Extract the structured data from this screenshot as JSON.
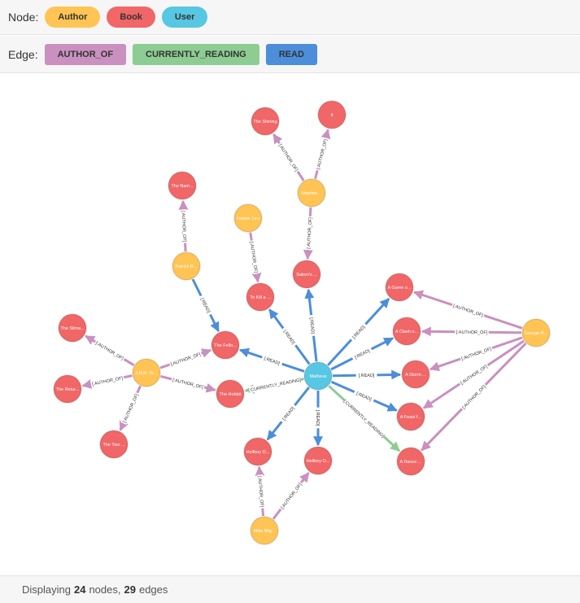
{
  "legend": {
    "node_label": "Node:",
    "edge_label": "Edge:",
    "node_types": [
      {
        "key": "Author",
        "label": "Author",
        "color": "#FFC454"
      },
      {
        "key": "Book",
        "label": "Book",
        "color": "#F16667"
      },
      {
        "key": "User",
        "label": "User",
        "color": "#57C7E3"
      }
    ],
    "edge_types": [
      {
        "key": "AUTHOR_OF",
        "label": "AUTHOR_OF",
        "color": "#C990C0"
      },
      {
        "key": "CURRENTLY_READING",
        "label": "CURRENTLY_READING",
        "color": "#8DCC93"
      },
      {
        "key": "READ",
        "label": "READ",
        "color": "#4C8EDA"
      }
    ]
  },
  "graph": {
    "nodes": [
      {
        "id": "user",
        "label": "Matheus",
        "type": "User"
      },
      {
        "id": "king",
        "label": "Stephen ...",
        "type": "Author"
      },
      {
        "id": "shining",
        "label": "The Shining",
        "type": "Book"
      },
      {
        "id": "it",
        "label": "It",
        "type": "Book"
      },
      {
        "id": "salem",
        "label": "Salem's ...",
        "type": "Book"
      },
      {
        "id": "lee",
        "label": "Harper Lee",
        "type": "Author"
      },
      {
        "id": "mockingbird",
        "label": "To Kill a ...",
        "type": "Book"
      },
      {
        "id": "rothfuss",
        "label": "Patrick R...",
        "type": "Author"
      },
      {
        "id": "name",
        "label": "The Nam...",
        "type": "Book"
      },
      {
        "id": "fellowship",
        "label": "The Fello...",
        "type": "Book"
      },
      {
        "id": "tolkien",
        "label": "J.R.R. To...",
        "type": "Author"
      },
      {
        "id": "silmarillion",
        "label": "The Silma...",
        "type": "Book"
      },
      {
        "id": "return",
        "label": "The Retur...",
        "type": "Book"
      },
      {
        "id": "twotowers",
        "label": "The Two ...",
        "type": "Book"
      },
      {
        "id": "hobbit",
        "label": "The Hobbit",
        "type": "Book"
      },
      {
        "id": "martin",
        "label": "George R...",
        "type": "Author"
      },
      {
        "id": "got",
        "label": "A Game o...",
        "type": "Book"
      },
      {
        "id": "clash",
        "label": "A Clash o...",
        "type": "Book"
      },
      {
        "id": "storm",
        "label": "A Storm ...",
        "type": "Book"
      },
      {
        "id": "feast",
        "label": "A Feast f...",
        "type": "Book"
      },
      {
        "id": "dance",
        "label": "A Dance ...",
        "type": "Book"
      },
      {
        "id": "hellboy1",
        "label": "Hellboy O...",
        "type": "Book"
      },
      {
        "id": "hellboy2",
        "label": "Hellboy O...",
        "type": "Book"
      },
      {
        "id": "mignola",
        "label": "Mike Mig...",
        "type": "Author"
      }
    ],
    "edges": [
      {
        "from": "king",
        "to": "shining",
        "type": "AUTHOR_OF",
        "label": "[:AUTHOR_OF]"
      },
      {
        "from": "king",
        "to": "it",
        "type": "AUTHOR_OF",
        "label": "[:AUTHOR_OF]"
      },
      {
        "from": "king",
        "to": "salem",
        "type": "AUTHOR_OF",
        "label": "[:AUTHOR_OF]"
      },
      {
        "from": "lee",
        "to": "mockingbird",
        "type": "AUTHOR_OF",
        "label": "[:AUTHOR_OF]"
      },
      {
        "from": "rothfuss",
        "to": "name",
        "type": "AUTHOR_OF",
        "label": "[:AUTHOR_OF]"
      },
      {
        "from": "rothfuss",
        "to": "fellowship",
        "type": "READ",
        "label": "[:READ]"
      },
      {
        "from": "tolkien",
        "to": "silmarillion",
        "type": "AUTHOR_OF",
        "label": "[:AUTHOR_OF]"
      },
      {
        "from": "tolkien",
        "to": "return",
        "type": "AUTHOR_OF",
        "label": "[:AUTHOR_OF]"
      },
      {
        "from": "tolkien",
        "to": "twotowers",
        "type": "AUTHOR_OF",
        "label": "[:AUTHOR_OF]"
      },
      {
        "from": "tolkien",
        "to": "hobbit",
        "type": "AUTHOR_OF",
        "label": "[:AUTHOR_OF]"
      },
      {
        "from": "tolkien",
        "to": "fellowship",
        "type": "AUTHOR_OF",
        "label": "[:AUTHOR_OF]"
      },
      {
        "from": "user",
        "to": "fellowship",
        "type": "READ",
        "label": "[:READ]"
      },
      {
        "from": "user",
        "to": "mockingbird",
        "type": "READ",
        "label": "[:READ]"
      },
      {
        "from": "user",
        "to": "salem",
        "type": "READ",
        "label": "[:READ]"
      },
      {
        "from": "user",
        "to": "got",
        "type": "READ",
        "label": "[:READ]"
      },
      {
        "from": "user",
        "to": "clash",
        "type": "READ",
        "label": "[:READ]"
      },
      {
        "from": "user",
        "to": "storm",
        "type": "READ",
        "label": "[:READ]"
      },
      {
        "from": "user",
        "to": "feast",
        "type": "READ",
        "label": "[:READ]"
      },
      {
        "from": "user",
        "to": "dance",
        "type": "CURRENTLY_READING",
        "label": "[:CURRENTLY_READING]"
      },
      {
        "from": "user",
        "to": "hobbit",
        "type": "CURRENTLY_READING",
        "label": "[:CURRENTLY_READING]"
      },
      {
        "from": "user",
        "to": "hellboy1",
        "type": "READ",
        "label": "[:READ]"
      },
      {
        "from": "user",
        "to": "hellboy2",
        "type": "READ",
        "label": "[:READ]"
      },
      {
        "from": "martin",
        "to": "got",
        "type": "AUTHOR_OF",
        "label": "[:AUTHOR_OF]"
      },
      {
        "from": "martin",
        "to": "clash",
        "type": "AUTHOR_OF",
        "label": "[:AUTHOR_OF]"
      },
      {
        "from": "martin",
        "to": "storm",
        "type": "AUTHOR_OF",
        "label": "[:AUTHOR_OF]"
      },
      {
        "from": "martin",
        "to": "feast",
        "type": "AUTHOR_OF",
        "label": "[:AUTHOR_OF]"
      },
      {
        "from": "martin",
        "to": "dance",
        "type": "AUTHOR_OF",
        "label": "[:AUTHOR_OF]"
      },
      {
        "from": "mignola",
        "to": "hellboy1",
        "type": "AUTHOR_OF",
        "label": "[:AUTHOR_OF]"
      },
      {
        "from": "mignola",
        "to": "hellboy2",
        "type": "AUTHOR_OF",
        "label": "[:AUTHOR_OF]"
      }
    ]
  },
  "footer": {
    "prefix": "Displaying",
    "node_count": "24",
    "nodes_word": "nodes,",
    "edge_count": "29",
    "edges_word": "edges"
  }
}
